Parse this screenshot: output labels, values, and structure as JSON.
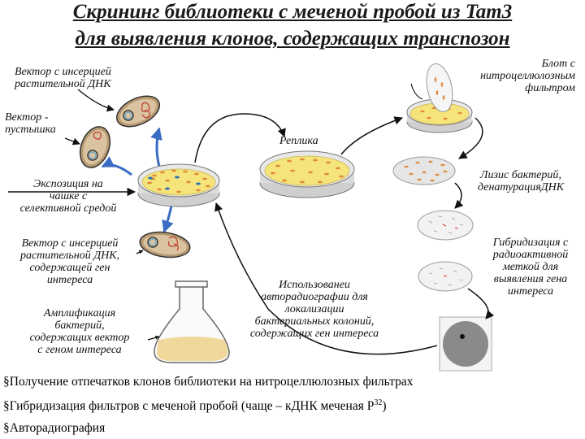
{
  "title": {
    "line1": "Скрининг библиотеки с меченой пробой из Tam3",
    "line2": "для выявления клонов, содержащих транспозон"
  },
  "labels": {
    "vector_insert_plant": [
      "Вектор с инсерцией",
      "растительной ДНК"
    ],
    "vector_empty": [
      "Вектор -",
      "пустышка"
    ],
    "exposure": [
      "Экспозиция на",
      "чашке с",
      "селективной средой"
    ],
    "vector_insert_gene": [
      "Вектор с инсерцией",
      "растительной ДНК,",
      "содержащей ген",
      "интереса"
    ],
    "amplification": [
      "Амплификация",
      "бактерий,",
      "содержащих вектор",
      "с геном интереса"
    ],
    "replica": "Реплика",
    "blot": [
      "Блот с",
      "нитроцеллюлозным",
      "фильтром"
    ],
    "lysis": [
      "Лизис бактерий,",
      "денатурацияДНК"
    ],
    "hybridization": [
      "Гибридизация с",
      "радиоактивной",
      "меткой для",
      "выявления гена",
      "интереса"
    ],
    "autoradiography": [
      "Использованеи",
      "авторадиографии для",
      "локализации",
      "бактериальных колоний,",
      "содержащих ген интереса"
    ]
  },
  "bullets": [
    "§Получение отпечатков клонов библиотеки на нитроцеллюлозных фильтрах",
    "§Гибридизация фильтров с меченой пробой (чаще – кДНК меченая P",
    "§Авторадиография"
  ],
  "bullet2_sup": "32",
  "bullet2_tail": ")",
  "colors": {
    "agar": "#f5e47a",
    "colony": "#e08a3a",
    "blue_colony": "#2a6fb5",
    "arrow_blue": "#3a6cc4",
    "film": "#8a8a8a",
    "flask_liquid": "#f0d79a"
  }
}
